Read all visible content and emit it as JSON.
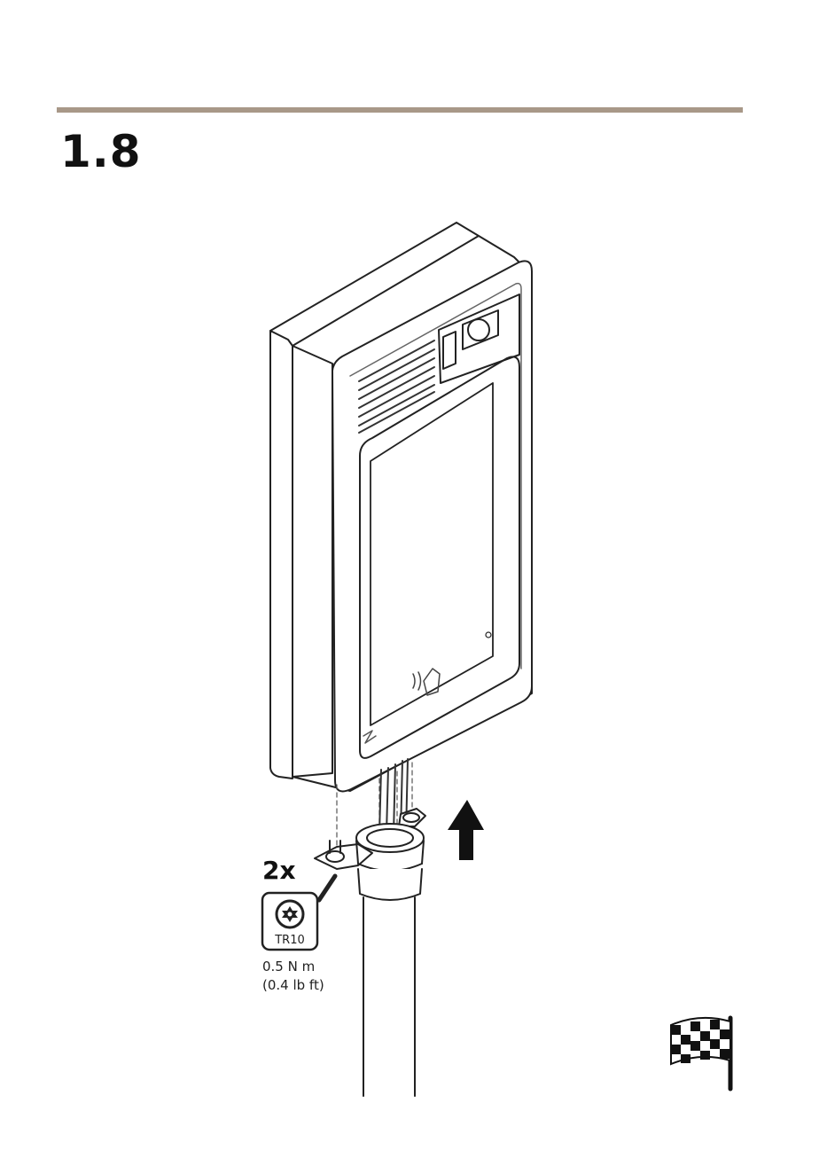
{
  "step": {
    "number": "1.8"
  },
  "callout": {
    "quantity": "2x",
    "tool_label": "TR10",
    "torque_nm": "0.5 N m",
    "torque_lbft": "(0.4 lb ft)"
  },
  "icons": {
    "tool": "torx-bit-icon",
    "direction": "arrow-up-icon",
    "finish": "checkered-flag-icon"
  }
}
